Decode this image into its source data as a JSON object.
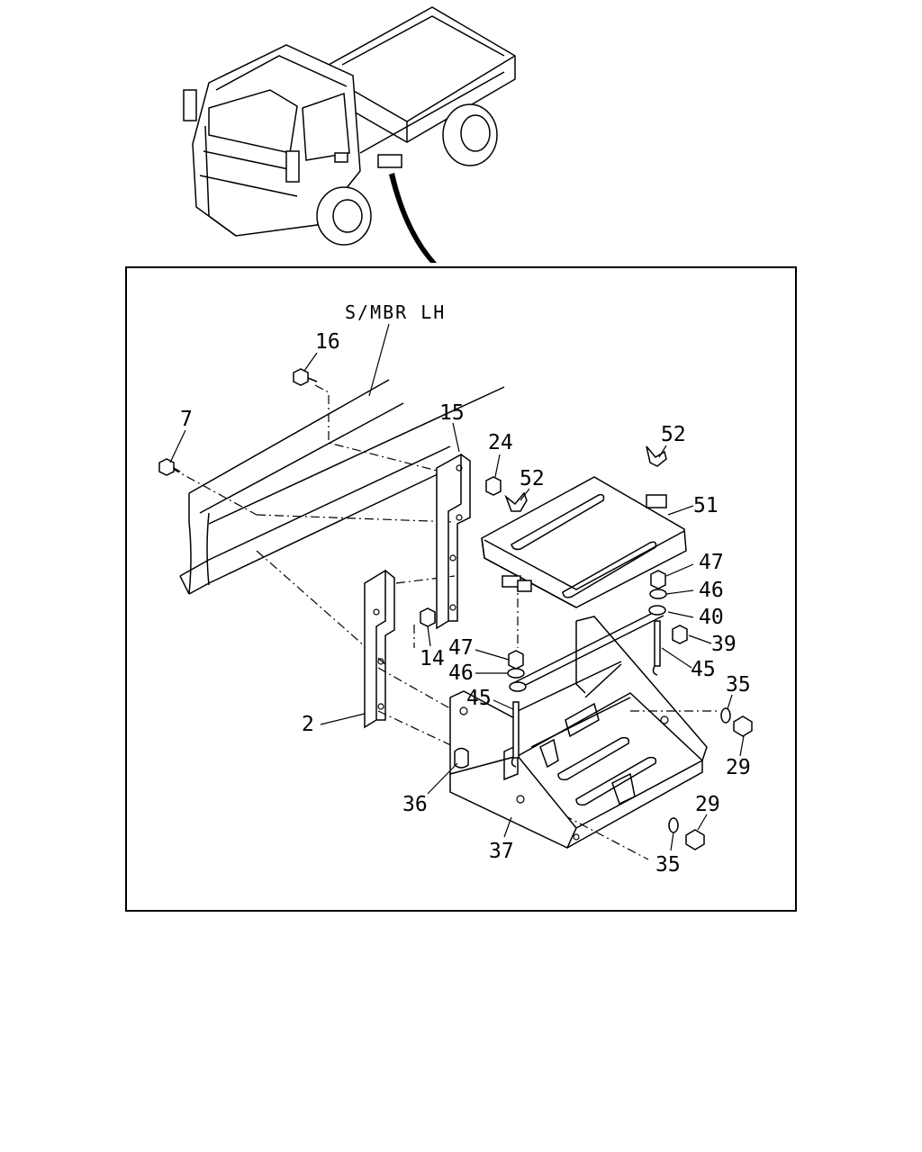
{
  "frame_label": "S/MBR LH",
  "callouts": [
    "16",
    "7",
    "15",
    "24",
    "52",
    "52",
    "51",
    "47",
    "46",
    "40",
    "39",
    "45",
    "35",
    "29",
    "14",
    "47",
    "46",
    "45",
    "2",
    "36",
    "37",
    "35",
    "29"
  ]
}
